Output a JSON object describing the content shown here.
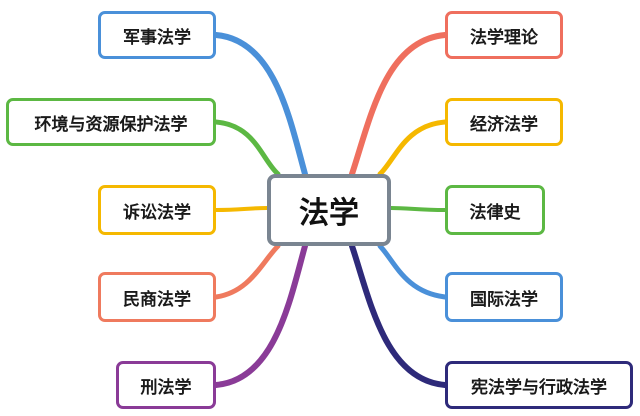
{
  "center": {
    "label": "法学"
  },
  "left_branches": [
    {
      "label": "军事法学",
      "color": "#4a90d9"
    },
    {
      "label": "环境与资源保护法学",
      "color": "#5cb843"
    },
    {
      "label": "诉讼法学",
      "color": "#f5b800"
    },
    {
      "label": "民商法学",
      "color": "#ef7a5e"
    },
    {
      "label": "刑法学",
      "color": "#8a3b97"
    }
  ],
  "right_branches": [
    {
      "label": "法学理论",
      "color": "#ef6f5e"
    },
    {
      "label": "经济法学",
      "color": "#f5b800"
    },
    {
      "label": "法律史",
      "color": "#5cb843"
    },
    {
      "label": "国际法学",
      "color": "#4a90d9"
    },
    {
      "label": "宪法学与行政法学",
      "color": "#2e2a7a"
    }
  ]
}
